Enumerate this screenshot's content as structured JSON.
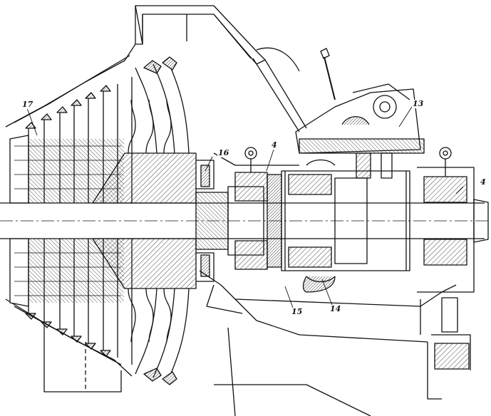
{
  "callouts": {
    "c17": "17",
    "c16": "16",
    "c4a": "4",
    "c13": "13",
    "c4b": "4",
    "c15": "15",
    "c14": "14"
  },
  "colors": {
    "ink": "#111111",
    "paper": "#ffffff",
    "hatch": "#333333"
  }
}
